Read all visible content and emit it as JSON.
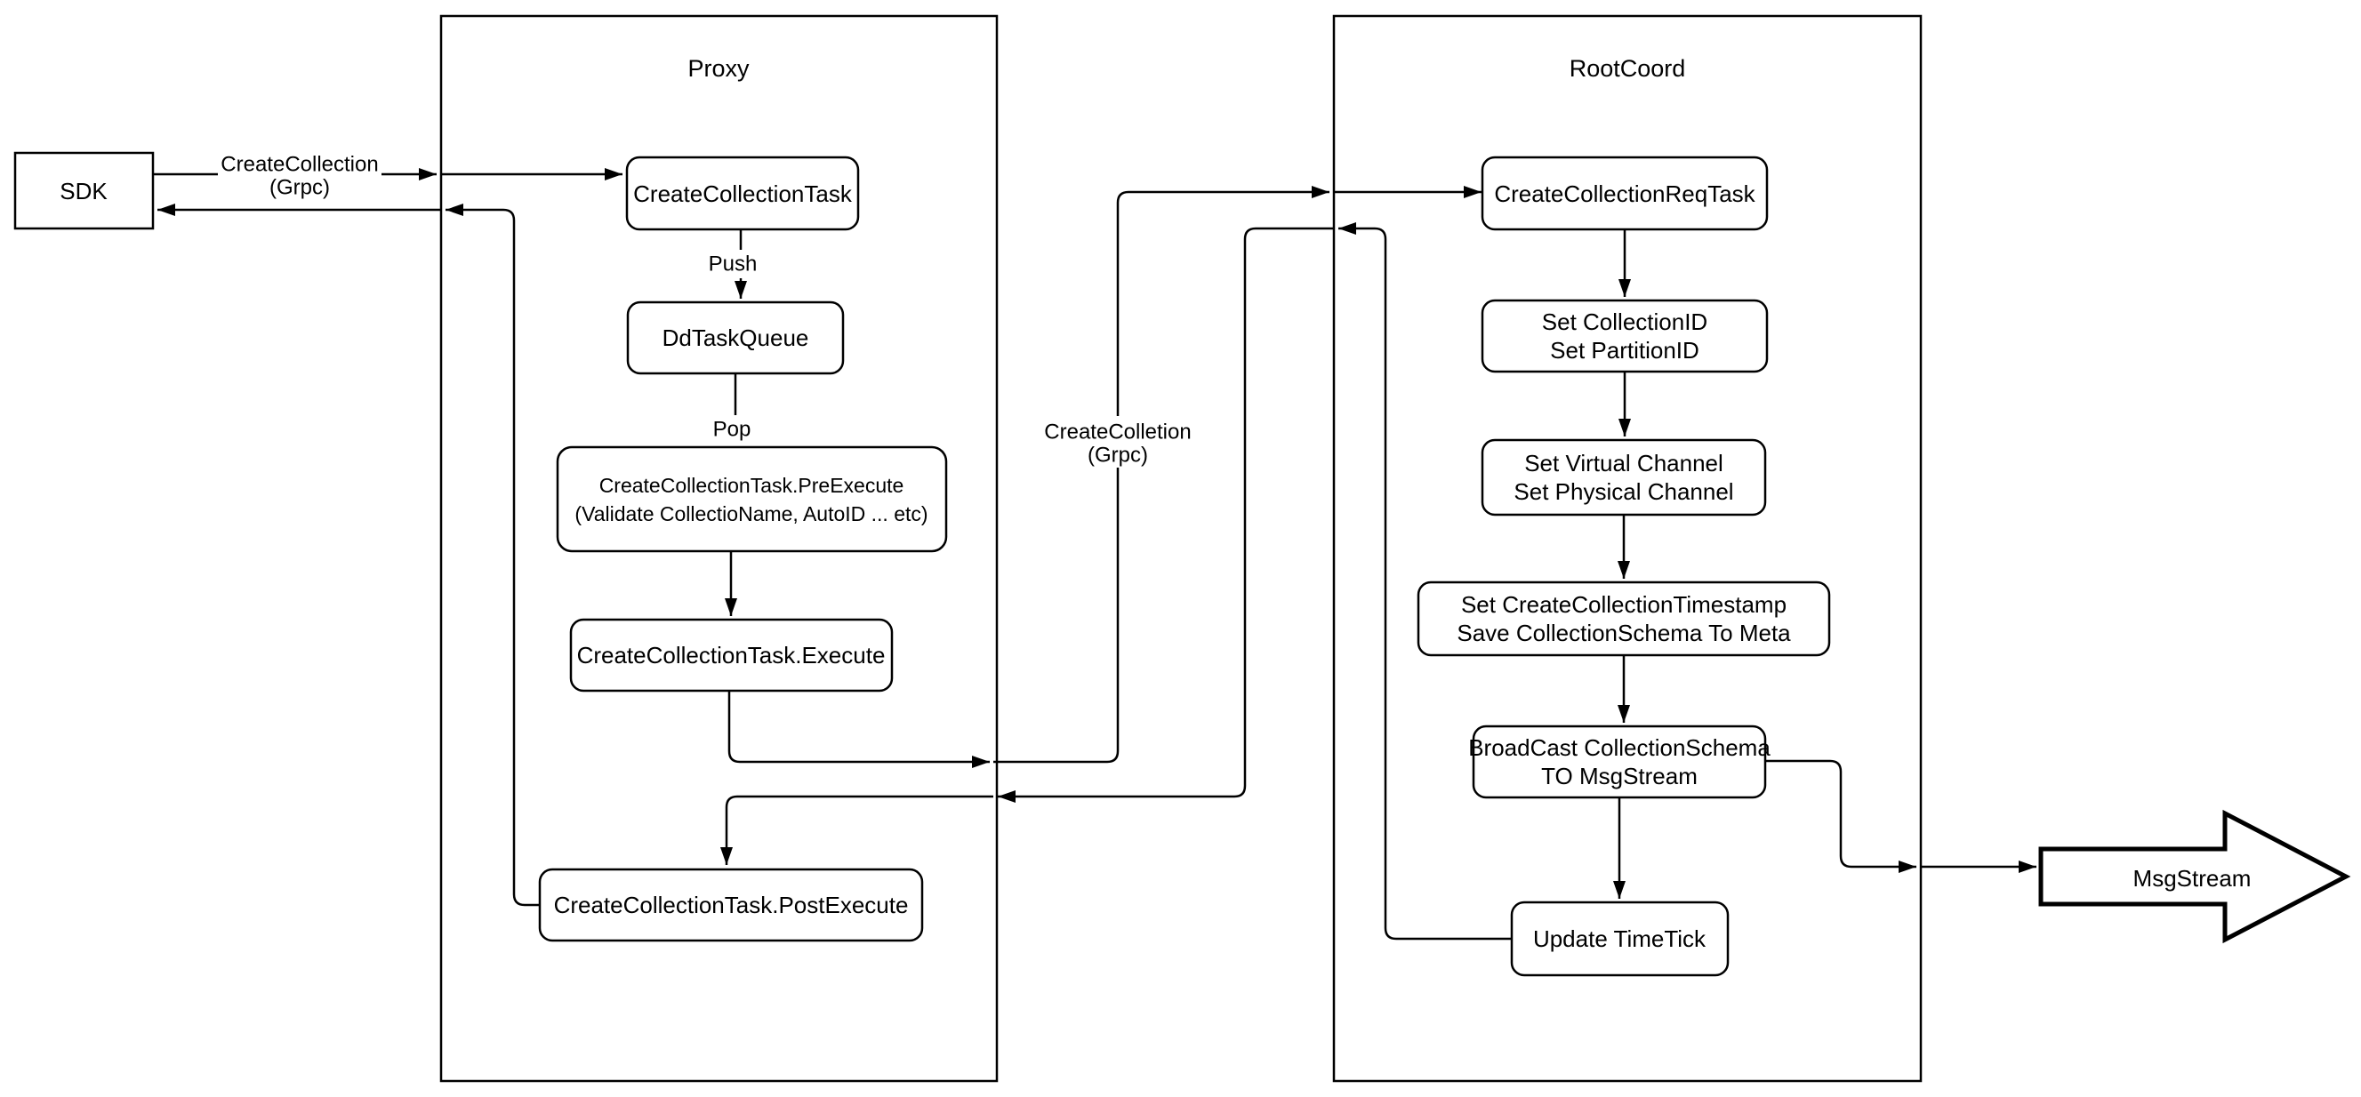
{
  "diagram": {
    "colors": {
      "stroke": "#000000",
      "background": "#ffffff"
    },
    "containers": {
      "proxy": {
        "title": "Proxy"
      },
      "rootcoord": {
        "title": "RootCoord"
      }
    },
    "nodes": {
      "sdk": {
        "label": "SDK"
      },
      "create_collection_task": {
        "label": "CreateCollectionTask"
      },
      "dd_task_queue": {
        "label": "DdTaskQueue"
      },
      "pre_execute": {
        "line1": "CreateCollectionTask.PreExecute",
        "line2": "(Validate CollectioName, AutoID ... etc)"
      },
      "execute": {
        "label": "CreateCollectionTask.Execute"
      },
      "post_execute": {
        "label": "CreateCollectionTask.PostExecute"
      },
      "create_collection_req_task": {
        "label": "CreateCollectionReqTask"
      },
      "set_ids": {
        "line1": "Set CollectionID",
        "line2": "Set PartitionID"
      },
      "set_channels": {
        "line1": "Set Virtual Channel",
        "line2": "Set Physical Channel"
      },
      "set_timestamp": {
        "line1": "Set CreateCollectionTimestamp",
        "line2": "Save CollectionSchema To Meta"
      },
      "broadcast": {
        "line1": "BroadCast CollectionSchema",
        "line2": "TO MsgStream"
      },
      "update_timetick": {
        "label": "Update TimeTick"
      },
      "msgstream": {
        "label": "MsgStream"
      }
    },
    "edge_labels": {
      "sdk_grpc": {
        "line1": "CreateCollection",
        "line2": "(Grpc)"
      },
      "proxy_grpc": {
        "line1": "CreateColletion",
        "line2": "(Grpc)"
      },
      "push": "Push",
      "pop": "Pop"
    }
  }
}
